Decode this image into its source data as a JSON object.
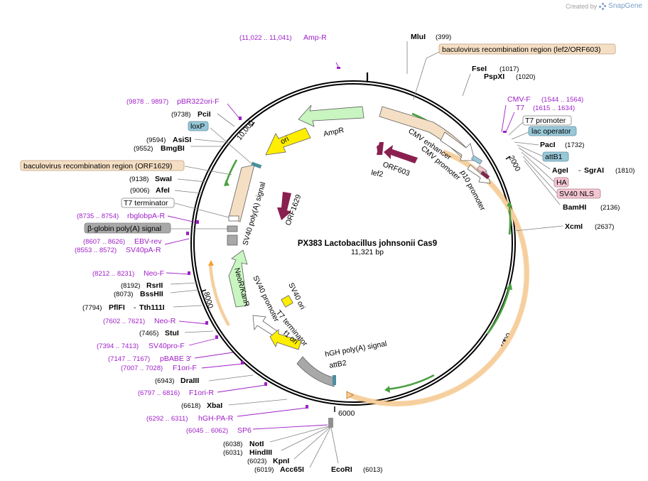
{
  "credit": {
    "prefix": "Created by",
    "brand": "SnapGene"
  },
  "plasmid": {
    "name": "PX383 Lactobacillus johnsonii Cas9",
    "length": "11,321 bp"
  },
  "ticks": [
    "10,000",
    "2000",
    "4000",
    "6000",
    "8000"
  ],
  "features": [
    {
      "name": "AmpR"
    },
    {
      "name": "ori"
    },
    {
      "name": "CMV enhancer"
    },
    {
      "name": "CMV promoter"
    },
    {
      "name": "p10 promoter"
    },
    {
      "name": "lef2"
    },
    {
      "name": "ORF603"
    },
    {
      "name": "ORF1629"
    },
    {
      "name": "SV40 poly(A) signal"
    },
    {
      "name": "NeoR/KanR"
    },
    {
      "name": "SV40 promoter"
    },
    {
      "name": "SV40 ori"
    },
    {
      "name": "T7 terminator"
    },
    {
      "name": "f1 ori"
    },
    {
      "name": "hGH poly(A) signal"
    },
    {
      "name": "attB2"
    }
  ],
  "labels": {
    "mlui": {
      "name": "MluI",
      "pos": "(399)"
    },
    "baculo1": {
      "name": "baculovirus recombination region (lef2/ORF603)"
    },
    "fsei": {
      "name": "FseI",
      "pos": "(1017)"
    },
    "pspxi": {
      "name": "PspXI",
      "pos": "(1020)"
    },
    "cmvf": {
      "name": "CMV-F",
      "pos": "(1544 .. 1564)"
    },
    "t7": {
      "name": "T7",
      "pos": "(1615 .. 1634)"
    },
    "t7prom": {
      "name": "T7 promoter"
    },
    "lacop": {
      "name": "lac operator"
    },
    "paci": {
      "name": "PacI",
      "pos": "(1732)"
    },
    "attb1": {
      "name": "attB1"
    },
    "agei": {
      "name": "AgeI",
      "sep": "-",
      "name2": "SgrAI",
      "pos": "(1810)"
    },
    "ha": {
      "name": "HA"
    },
    "nls": {
      "name": "SV40 NLS"
    },
    "bamhi": {
      "name": "BamHI",
      "pos": "(2136)"
    },
    "xcmi": {
      "name": "XcmI",
      "pos": "(2637)"
    },
    "ecori": {
      "name": "EcoRI",
      "pos": "(6013)"
    },
    "acc65i": {
      "name": "Acc65I",
      "pos": "(6019)"
    },
    "kpni": {
      "name": "KpnI",
      "pos": "(6023)"
    },
    "hindiii": {
      "name": "HindIII",
      "pos": "(6031)"
    },
    "noti": {
      "name": "NotI",
      "pos": "(6038)"
    },
    "sp6": {
      "name": "SP6",
      "pos": "(6045 .. 6062)"
    },
    "hghpa": {
      "name": "hGH-PA-R",
      "pos": "(6292 .. 6311)"
    },
    "xbai": {
      "name": "XbaI",
      "pos": "(6618)"
    },
    "f1orir": {
      "name": "F1ori-R",
      "pos": "(6797 .. 6816)"
    },
    "draiii": {
      "name": "DraIII",
      "pos": "(6943)"
    },
    "f1orif": {
      "name": "F1ori-F",
      "pos": "(7007 .. 7028)"
    },
    "pbabe": {
      "name": "pBABE 3'",
      "pos": "(7147 .. 7167)"
    },
    "sv40pro": {
      "name": "SV40pro-F",
      "pos": "(7394 .. 7413)"
    },
    "stui": {
      "name": "StuI",
      "pos": "(7465)"
    },
    "neor": {
      "name": "Neo-R",
      "pos": "(7602 .. 7621)"
    },
    "pflfi": {
      "name": "PflFI",
      "sep": "-",
      "name2": "Tth111I",
      "pos": "(7794)"
    },
    "bsshii": {
      "name": "BssHII",
      "pos": "(8073)"
    },
    "rsrii": {
      "name": "RsrII",
      "pos": "(8192)"
    },
    "neof": {
      "name": "Neo-F",
      "pos": "(8212 .. 8231)"
    },
    "sv40par": {
      "name": "SV40pA-R",
      "pos": "(8553 .. 8572)"
    },
    "ebvrev": {
      "name": "EBV-rev",
      "pos": "(8607 .. 8626)"
    },
    "bglobin": {
      "name": "β-globin poly(A) signal"
    },
    "rbglobin": {
      "name": "rbglobpA-R",
      "pos": "(8735 .. 8754)"
    },
    "t7term": {
      "name": "T7 terminator"
    },
    "afei": {
      "name": "AfeI",
      "pos": "(9006)"
    },
    "swai": {
      "name": "SwaI",
      "pos": "(9138)"
    },
    "baculo2": {
      "name": "baculovirus recombination region (ORF1629)"
    },
    "bmgbi": {
      "name": "BmgBI",
      "pos": "(9552)"
    },
    "asisi": {
      "name": "AsiSI",
      "pos": "(9594)"
    },
    "loxp": {
      "name": "loxP"
    },
    "pcii": {
      "name": "PciI",
      "pos": "(9738)"
    },
    "pbr322": {
      "name": "pBR322ori-F",
      "pos": "(9878 .. 9897)"
    },
    "ampr": {
      "name": "Amp-R",
      "pos": "(11,022 .. 11,041)"
    }
  },
  "colors": {
    "backbone": "#000000",
    "orange_region": "#f5cf9f",
    "ampr": "#c8f5c0",
    "ori": "#ffee00",
    "orf": "#8a2050",
    "primer": "#a020c8",
    "promoter": "#ffffff",
    "polyA": "#a8a8a8",
    "miscfeature_blue": "#98c8d8",
    "pink": "#f3c6d2"
  }
}
